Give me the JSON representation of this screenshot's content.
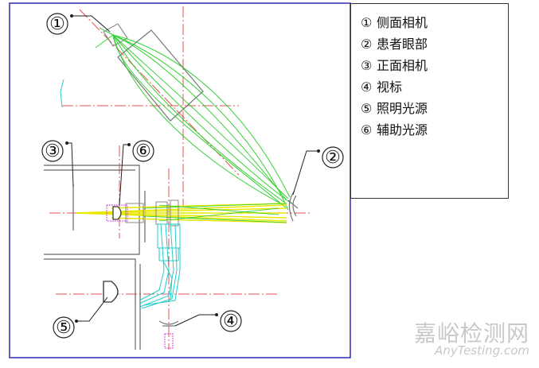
{
  "legend": {
    "items": [
      {
        "num": "①",
        "label": "侧面相机"
      },
      {
        "num": "②",
        "label": "患者眼部"
      },
      {
        "num": "③",
        "label": "正面相机"
      },
      {
        "num": "④",
        "label": "视标"
      },
      {
        "num": "⑤",
        "label": "照明光源"
      },
      {
        "num": "⑥",
        "label": "辅助光源"
      }
    ]
  },
  "callouts": {
    "c1": "①",
    "c2": "②",
    "c3": "③",
    "c4": "④",
    "c5": "⑤",
    "c6": "⑥"
  },
  "watermark": {
    "cn": "嘉峪检测网",
    "en": "AnyTesting.com"
  },
  "colors": {
    "frame": "#2b2bb5",
    "green_rays": "#22cc22",
    "yellow_rays": "#e8e800",
    "cyan_rays": "#22cccc",
    "center_lines": "#e05050",
    "magenta": "#dd44dd"
  }
}
